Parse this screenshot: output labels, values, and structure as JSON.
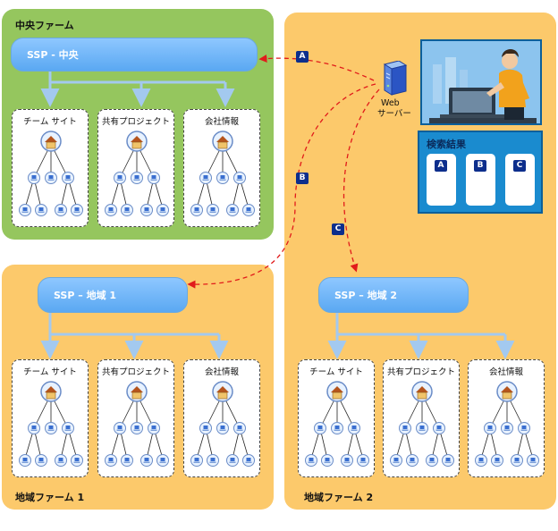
{
  "farms": {
    "central": {
      "title": "中央ファーム",
      "ssp": "SSP -  中央"
    },
    "region1": {
      "title": "地域ファーム 1",
      "ssp": "SSP – 地域 1"
    },
    "region2": {
      "title": "地域ファーム 2",
      "ssp": "SSP – 地域 2"
    }
  },
  "sites": {
    "team": "チーム サイト",
    "project": "共有プロジェクト",
    "company": "会社情報"
  },
  "web_server": {
    "line1": "Web",
    "line2": "サーバー"
  },
  "search_results": {
    "title": "検索結果",
    "cards": [
      "A",
      "B",
      "C"
    ]
  },
  "connections": {
    "a": "A",
    "b": "B",
    "c": "C"
  },
  "colors": {
    "central_farm": "#95c65e",
    "regional_farm": "#fcc96b",
    "ssp": "#6bb3f7",
    "connector": "#a3c9ef",
    "dashed_link": "#e11b1b",
    "marker": "#0d2e8c"
  }
}
